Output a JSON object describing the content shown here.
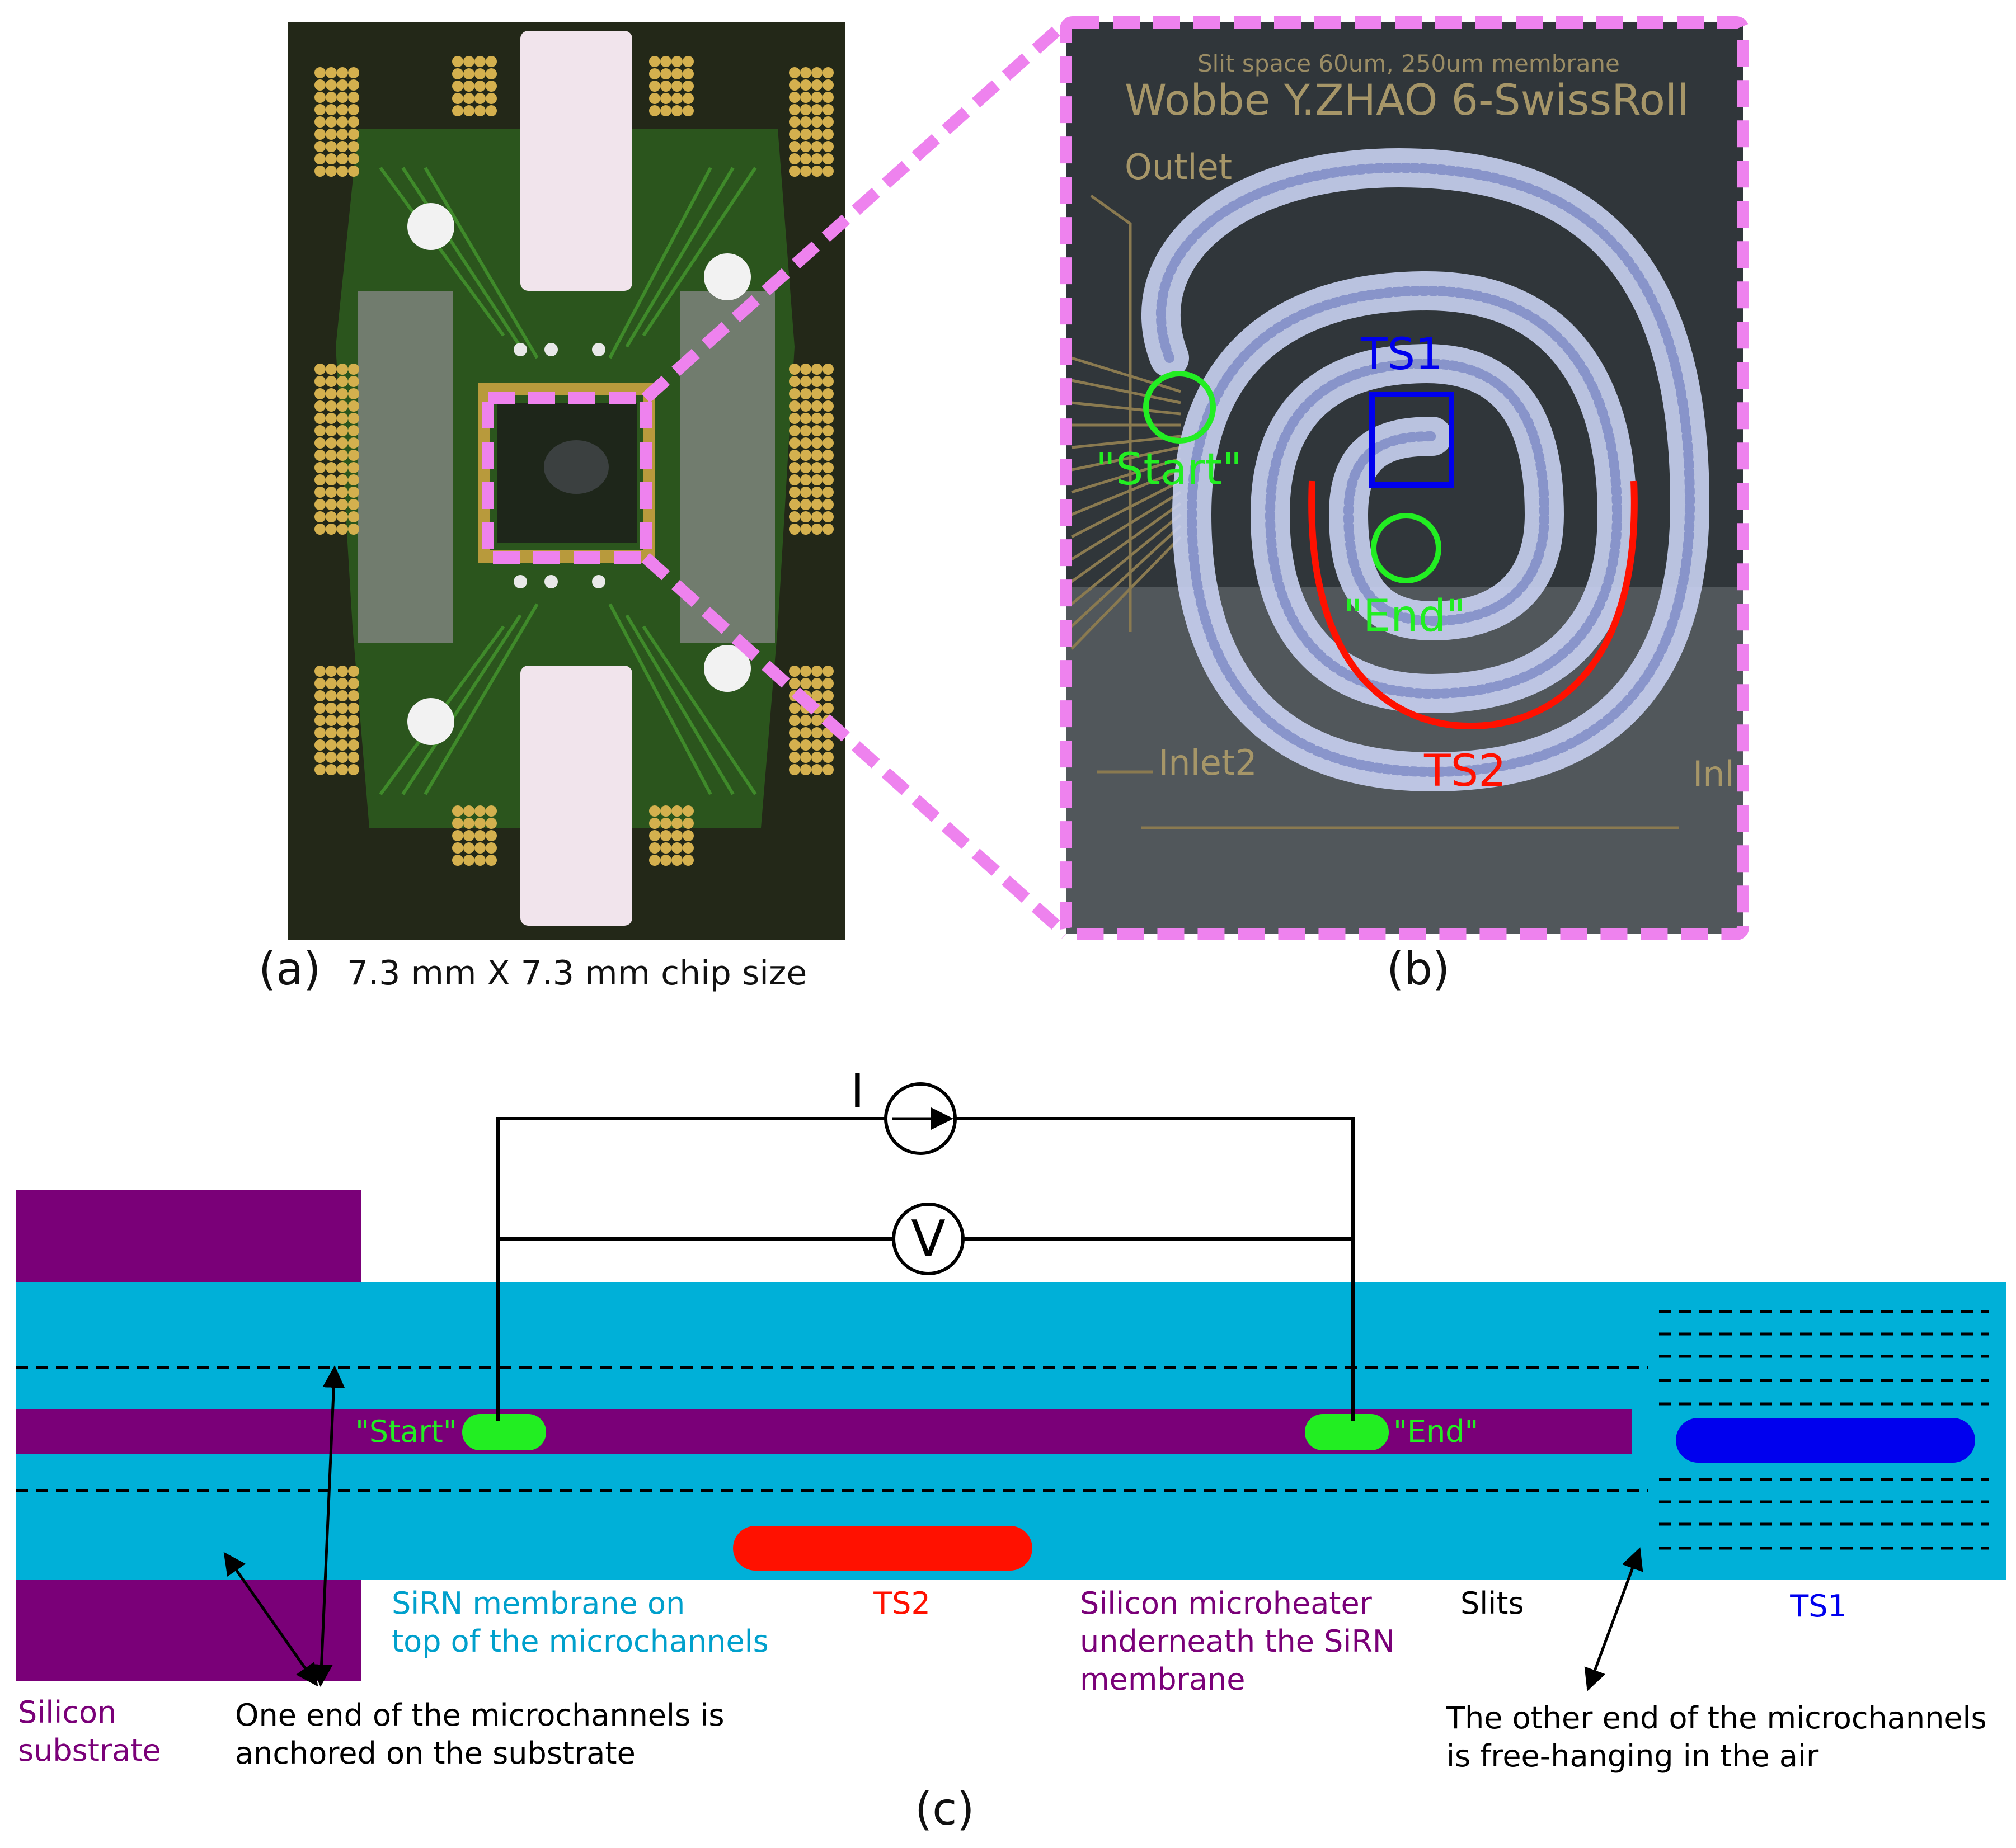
{
  "colors": {
    "pink": "#ee82ee",
    "green": "#22ee22",
    "blue": "#0000ee",
    "red": "#ff1100",
    "cyan": "#00b0d8",
    "purple": "#7a0078",
    "board": "#1f2418",
    "trace": "#2f6a22",
    "gold": "#c8a84a",
    "chip_dark": "#2d3236",
    "spiral": "#b8c4ee"
  },
  "panel_a": {
    "label": "(a)",
    "caption": "7.3 mm X 7.3 mm chip size"
  },
  "panel_b": {
    "label": "(b)",
    "chip_text_1": "Slit space 60um, 250um membrane",
    "chip_text_2": "Wobbe Y.ZHAO 6-SwissRoll",
    "outlet": "Outlet",
    "inlet2": "Inlet2",
    "inlet_partial": "Inl",
    "start": "\"Start\"",
    "end": "\"End\"",
    "ts1": "TS1",
    "ts2": "TS2"
  },
  "panel_c": {
    "label": "(c)",
    "current_symbol": "I",
    "voltage_symbol": "V",
    "start": "\"Start\"",
    "end": "\"End\"",
    "membrane_label": [
      "SiRN membrane on",
      "top of the microchannels"
    ],
    "ts2": "TS2",
    "heater_label": [
      "Silicon microheater",
      "underneath the SiRN",
      "membrane"
    ],
    "slits": "Slits",
    "ts1": "TS1",
    "substrate_label": [
      "Silicon",
      "substrate"
    ],
    "anchored_label": [
      "One end of the microchannels is",
      "anchored on the substrate"
    ],
    "free_label": [
      "The other end of the microchannels",
      "is free-hanging in the air"
    ]
  }
}
